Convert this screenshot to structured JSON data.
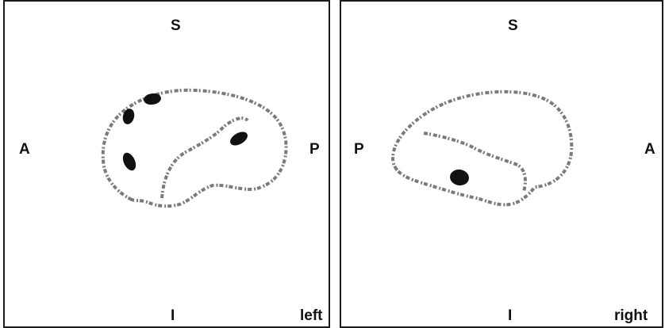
{
  "panels": [
    {
      "hemisphere_label": "left",
      "orientation": {
        "top": "S",
        "bottom": "I",
        "front": "A",
        "back": "P"
      },
      "lesion_count": 4
    },
    {
      "hemisphere_label": "right",
      "orientation": {
        "top": "S",
        "bottom": "I",
        "front": "A",
        "back": "P"
      },
      "lesion_count": 1
    }
  ],
  "colors": {
    "outline": "#777777",
    "lesion": "#111111",
    "border": "#1a1a1a"
  }
}
